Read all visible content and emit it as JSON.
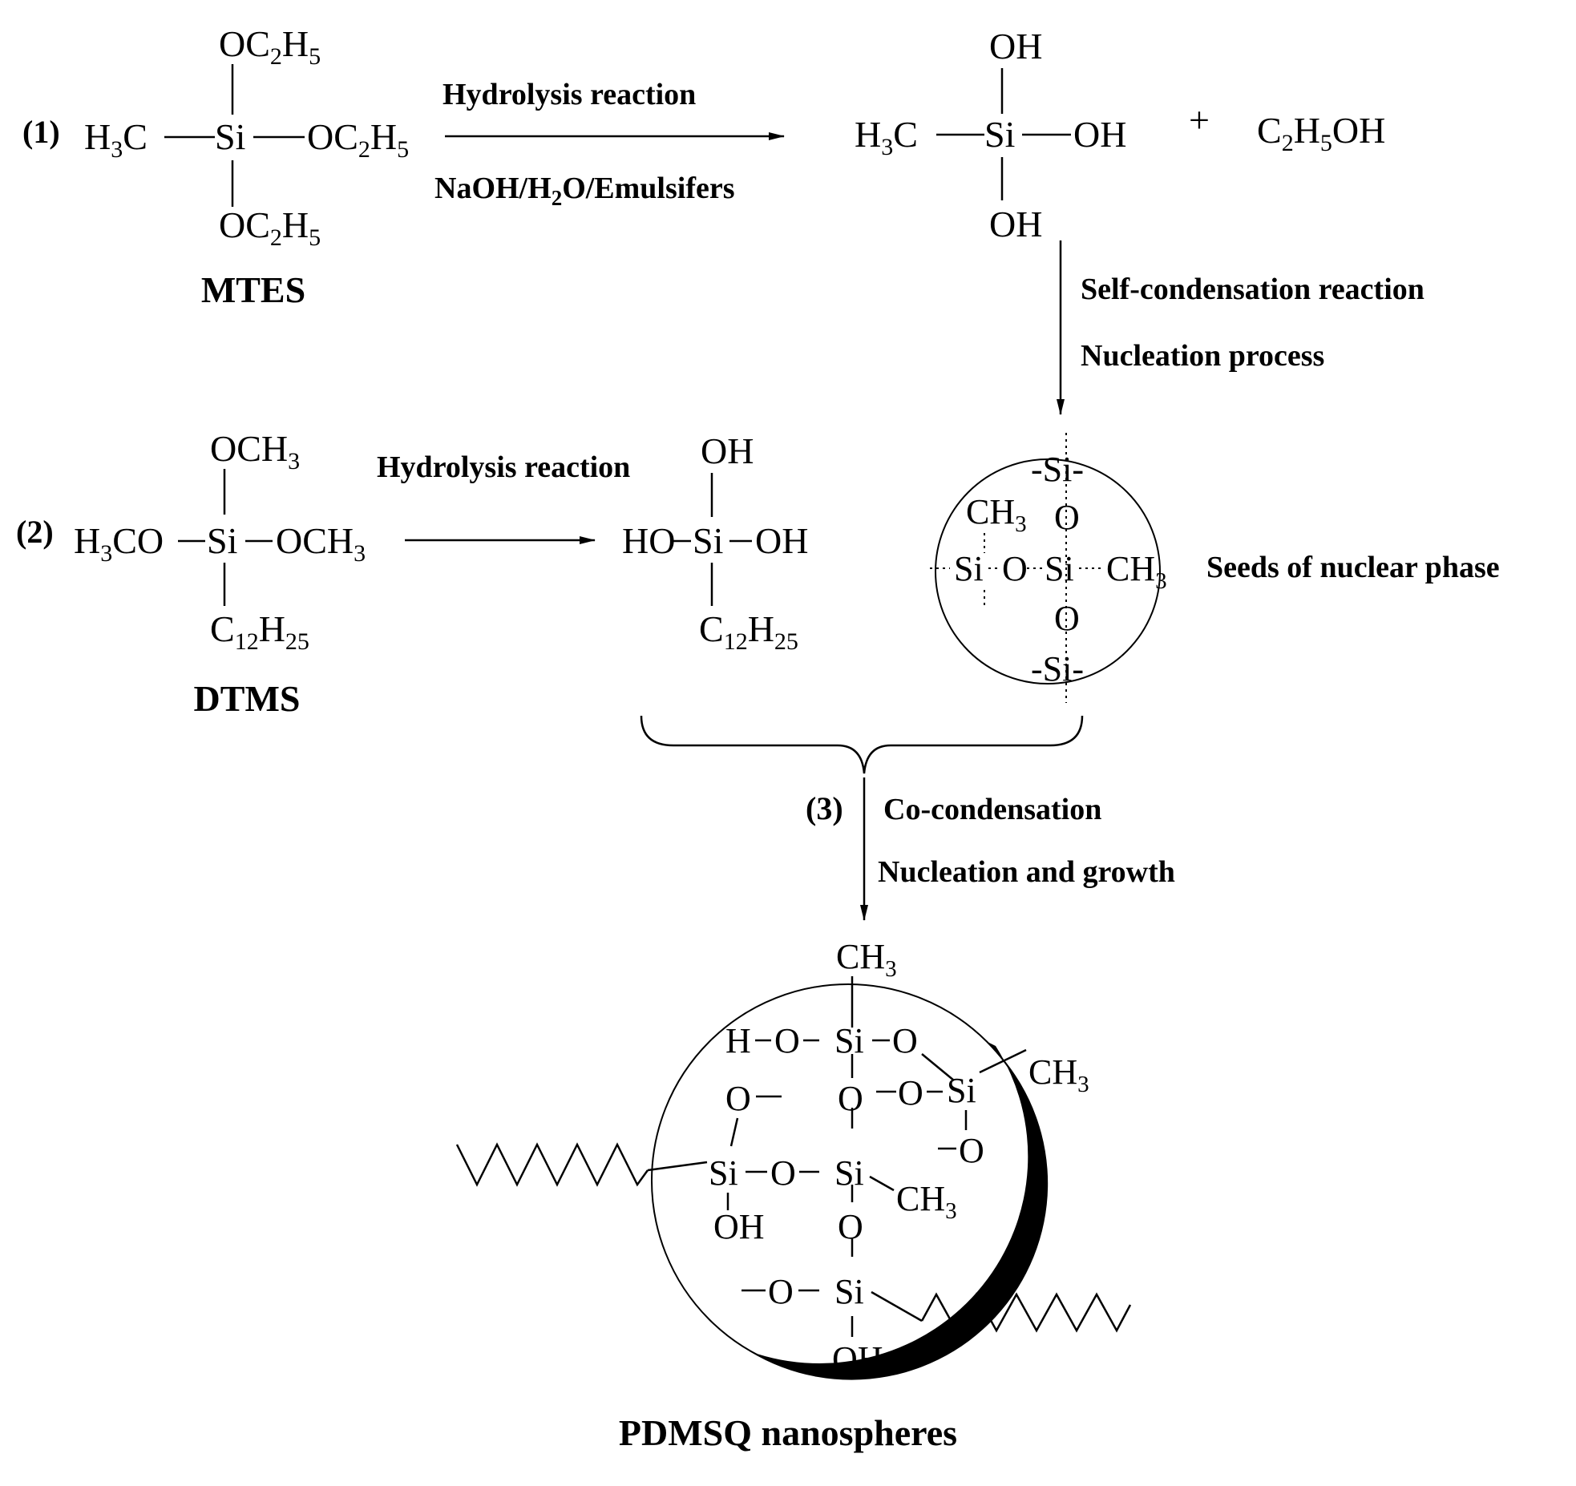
{
  "step1": {
    "number": "(1)",
    "reactant": {
      "top": "OC2H5",
      "left": "H3C",
      "center": "Si",
      "right": "OC2H5",
      "bottom": "OC2H5",
      "name": "MTES"
    },
    "arrow_top": "Hydrolysis reaction",
    "arrow_bottom": "NaOH/H2O/Emulsifers",
    "product": {
      "top": "OH",
      "left": "H3C",
      "center": "Si",
      "right": "OH",
      "bottom": "OH"
    },
    "plus": "+",
    "byproduct": "C2H5OH",
    "down_label_1": "Self-condensation reaction",
    "down_label_2": "Nucleation process"
  },
  "seed": {
    "label": "Seeds of nuclear phase",
    "atoms": [
      "-Si-",
      "CH3",
      "O",
      "Si",
      "O",
      "Si",
      "CH3",
      "O",
      "-Si-"
    ]
  },
  "step2": {
    "number": "(2)",
    "reactant": {
      "top": "OCH3",
      "left": "H3CO",
      "center": "Si",
      "right": "OCH3",
      "bottom": "C12H25",
      "name": "DTMS"
    },
    "arrow_top": "Hydrolysis reaction",
    "product": {
      "top": "OH",
      "left": "HO",
      "center": "Si",
      "right": "OH",
      "bottom": "C12H25"
    }
  },
  "step3": {
    "number": "(3)",
    "label_1": "Co-condensation",
    "label_2": "Nucleation and growth"
  },
  "product": {
    "name": "PDMSQ nanospheres",
    "atoms": [
      "CH3",
      "H",
      "O",
      "Si",
      "O",
      "CH3",
      "O",
      "O",
      "Si",
      "O",
      "Si",
      "O",
      "Si",
      "CH3",
      "O",
      "OH",
      "O",
      "O",
      "Si",
      "OH"
    ]
  }
}
